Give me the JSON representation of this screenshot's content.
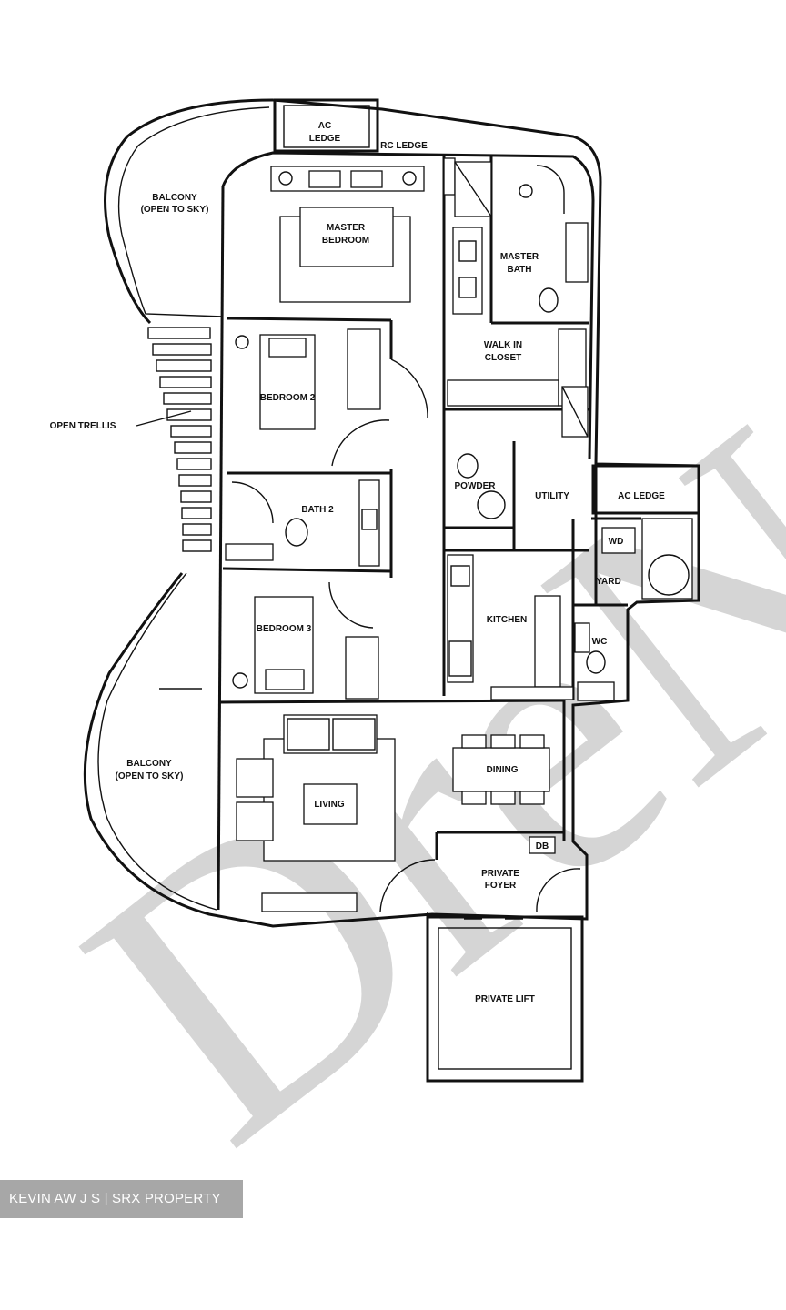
{
  "rooms": {
    "ac_ledge_top": [
      "AC",
      "LEDGE"
    ],
    "rc_ledge": "RC LEDGE",
    "balcony_top": [
      "BALCONY",
      "(OPEN TO SKY)"
    ],
    "master_bedroom": [
      "MASTER",
      "BEDROOM"
    ],
    "master_bath": [
      "MASTER",
      "BATH"
    ],
    "walk_in_closet": [
      "WALK IN",
      "CLOSET"
    ],
    "bedroom_2": "BEDROOM 2",
    "open_trellis": "OPEN TRELLIS",
    "powder": "POWDER",
    "utility": "UTILITY",
    "ac_ledge_right": "AC LEDGE",
    "bath_2": "BATH 2",
    "wd": "WD",
    "yard": "YARD",
    "kitchen": "KITCHEN",
    "wc": "WC",
    "bedroom_3": "BEDROOM 3",
    "balcony_bottom": [
      "BALCONY",
      "(OPEN TO SKY)"
    ],
    "dining": "DINING",
    "living": "LIVING",
    "db": "DB",
    "private_foyer": [
      "PRIVATE",
      "FOYER"
    ],
    "private_lift": "PRIVATE LIFT"
  },
  "watermark": "DreN",
  "credit": "KEVIN AW J S | SRX PROPERTY"
}
